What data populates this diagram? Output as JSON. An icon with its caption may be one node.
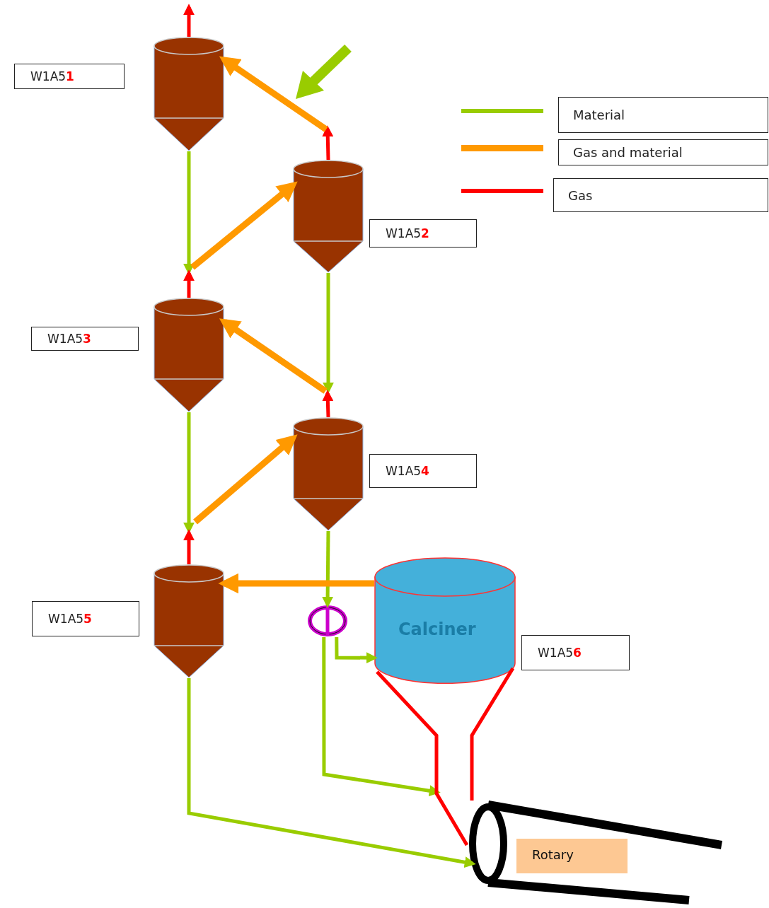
{
  "diagram": {
    "nodes": [
      {
        "text": [],
        "shape": "cyclone"
      },
      {
        "text": [],
        "shape": "cyclone",
        "beside": [
          "W1A5**2**"
        ]
      },
      {
        "text": [],
        "shape": "cyclone"
      },
      {
        "text": [],
        "shape": "cyclone",
        "beside": [
          "W1A5**4**"
        ]
      },
      {
        "text": [],
        "shape": "cyclone"
      },
      {
        "text": [
          "Calciner"
        ],
        "beside": [
          "W1A5**6**"
        ]
      },
      {
        "text": [],
        "shape": "circle"
      },
      {
        "text": [
          "Rotary"
        ]
      }
    ],
    "edges": [
      {
        "from": 0,
        "to": null,
        "arrow": "to",
        "color": "#ff0000"
      },
      {
        "from": 0,
        "to": 2,
        "arrow": "to"
      },
      {
        "from": 2,
        "to": null,
        "arrow": "to",
        "color": "#ff0000"
      },
      {
        "from": null,
        "to": 1,
        "arrow": "to",
        "style": "thick",
        "color": "#ff9900"
      },
      {
        "from": 1,
        "to": null,
        "arrow": "to",
        "color": "#ff0000"
      },
      {
        "from": null,
        "to": 0,
        "arrow": "to",
        "style": "thick",
        "color": "#ff9900"
      },
      {
        "from": 1,
        "to": 3,
        "arrow": "to"
      },
      {
        "from": 3,
        "to": null,
        "arrow": "to",
        "color": "#ff0000"
      },
      {
        "from": null,
        "to": 2,
        "arrow": "to",
        "style": "thick",
        "color": "#ff9900"
      },
      {
        "from": 2,
        "to": null,
        "arrow": "to"
      },
      {
        "from": 4,
        "to": null,
        "arrow": "to",
        "color": "#ff0000"
      },
      {
        "from": null,
        "to": 3,
        "arrow": "to",
        "style": "thick",
        "color": "#ff9900"
      },
      {
        "from": 3,
        "to": 6,
        "arrow": "to"
      },
      {
        "from": 5,
        "to": 4,
        "arrow": "to",
        "style": "thick",
        "color": "#ff9900"
      },
      {
        "from": 6,
        "to": 5,
        "arrow": "to"
      },
      {
        "from": 6,
        "to": null,
        "arrow": "to"
      },
      {
        "from": 4,
        "to": 7,
        "arrow": "to"
      },
      {
        "from": 7,
        "to": 5,
        "arrow": "none",
        "color": "#ff0000"
      }
    ],
    "labels": [
      "W1A5**1**",
      "W1A5**3**",
      "W1A5**5**"
    ],
    "legend": [
      {
        "text": "Material",
        "color": "#99cc00"
      },
      {
        "text": "Gas and material",
        "color": "#ff9900"
      },
      {
        "text": "Gas",
        "color": "#ff0000"
      }
    ]
  }
}
